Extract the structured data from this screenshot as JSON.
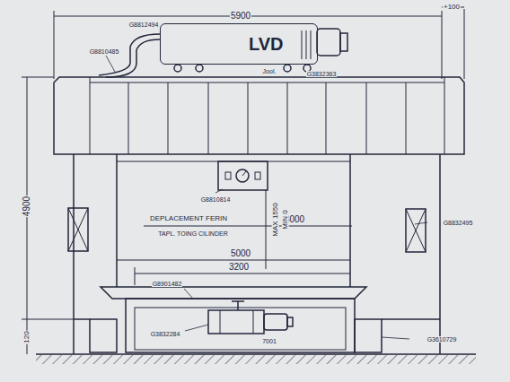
{
  "diagram": {
    "nodes": [
      {
        "text": [
          "LVD"
        ]
      }
    ],
    "labels": [
      "5900",
      "+100",
      "G8812494",
      "G8810485",
      "Jool.",
      "G3832363",
      "4900",
      "G8810814",
      "DEPLACEMENT FERIN",
      "3000",
      "MAX 1550",
      "MIN 0",
      "TAPL. TOING CILINDER",
      "G8832495",
      "5000",
      "3200",
      "G8901482",
      "G3832284",
      "7001",
      "G3610729",
      "120"
    ]
  }
}
